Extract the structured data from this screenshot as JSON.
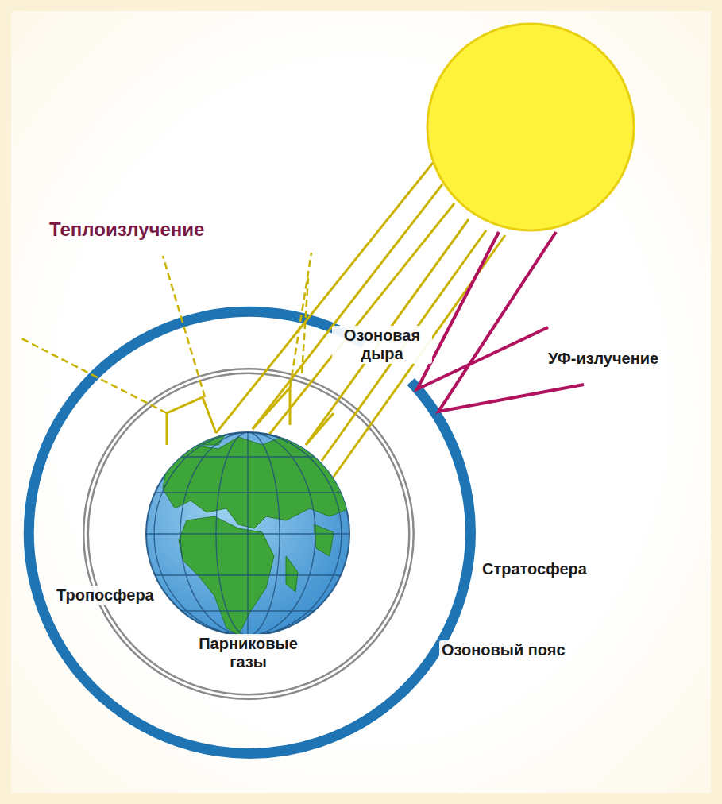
{
  "diagram": {
    "labels": [
      "Теплоизлучение",
      "Озоновая дыра",
      "УФ-излучение",
      "Стратосфера",
      "Тропосфера",
      "Парниковые газы",
      "Озоновый пояс"
    ]
  }
}
